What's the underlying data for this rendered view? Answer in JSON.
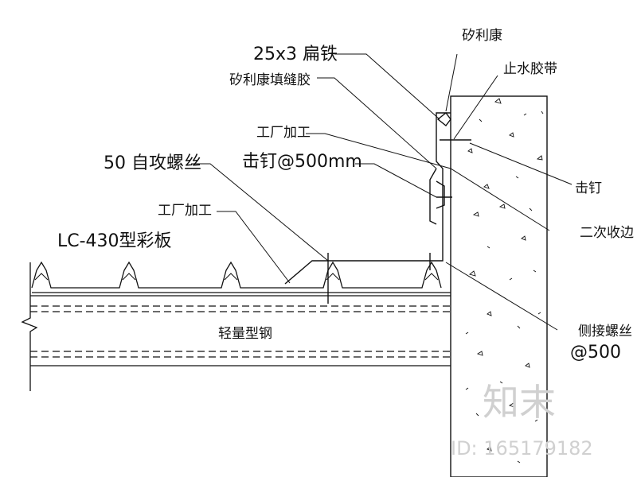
{
  "labels": {
    "flat_steel": "25x3 扁铁",
    "silicone_top": "矽利康",
    "waterstop_tape": "止水胶带",
    "silicone_filler": "矽利康填缝胶",
    "factory_work_1": "工厂加工",
    "nail_spacing": "击钉@500mm",
    "self_tapping_screw": "50 自攻螺丝",
    "nail": "击钉",
    "factory_work_2": "工厂加工",
    "secondary_flashing": "二次收边",
    "color_panel": "LC-430型彩板",
    "light_steel": "轻量型钢",
    "side_screw": "侧接螺丝",
    "side_screw_spacing": "@500"
  },
  "watermark": {
    "brand": "知末",
    "id_text": "ID: 165179182"
  },
  "colors": {
    "line": "#111111",
    "watermark": "#d0d0d0"
  }
}
